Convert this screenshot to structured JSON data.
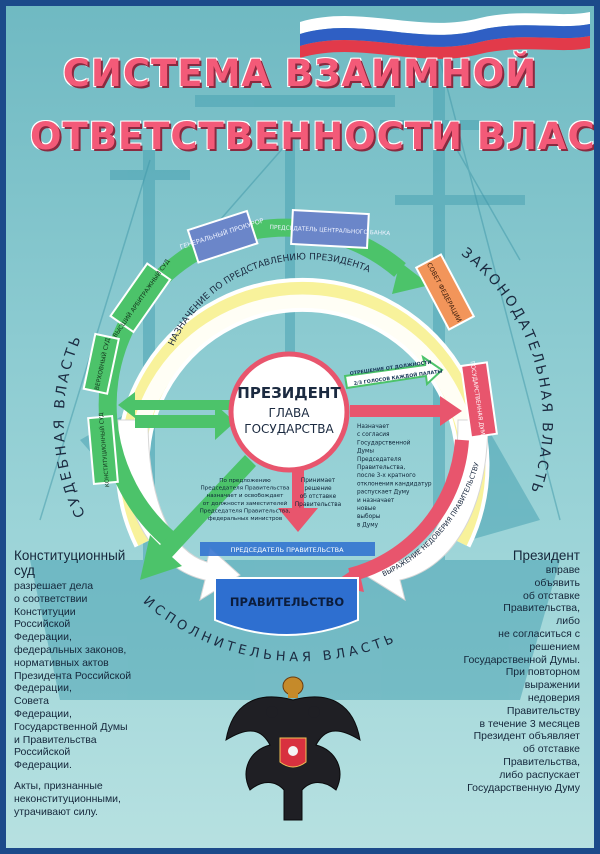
{
  "poster": {
    "title_line1": "СИСТЕМА ВЗАИМНОЙ",
    "title_line2": "ОТВЕТСТВЕННОСТИ ВЛАСТЕЙ",
    "center": {
      "line1": "ПРЕЗИДЕНТ",
      "line2": "ГЛАВА",
      "line3": "ГОСУДАРСТВА"
    },
    "branches": {
      "judicial": "СУДЕБНАЯ ВЛАСТЬ",
      "legislative": "ЗАКОНОДАТЕЛЬНАЯ ВЛАСТЬ",
      "executive": "ИСПОЛНИТЕЛЬНАЯ ВЛАСТЬ"
    },
    "boxes": {
      "prosecutor": "ГЕНЕРАЛЬНЫЙ ПРОКУРОР",
      "central_bank": "ПРЕДСЕДАТЕЛЬ ЦЕНТРАЛЬНОГО БАНКА",
      "arbitration_court": "ВЫСШИЙ АРБИТРАЖНЫЙ СУД",
      "supreme_court": "ВЕРХОВНЫЙ СУД",
      "constitutional_court": "КОНСТИТУЦИОННЫЙ СУД",
      "federation_council": "СОВЕТ ФЕДЕРАЦИИ",
      "state_duma": "ГОСУДАРСТВЕННАЯ ДУМА",
      "government": "ПРАВИТЕЛЬСТВО",
      "government_chair": "ПРЕДСЕДАТЕЛЬ ПРАВИТЕЛЬСТВА"
    },
    "ring_labels": {
      "appointment": "НАЗНАЧЕНИЕ ПО ПРЕДСТАВЛЕНИЮ ПРЕЗИДЕНТА",
      "no_confidence": "ВЫРАЖЕНИЕ НЕДОВЕРИЯ ПРАВИТЕЛЬСТВУ"
    },
    "removal_arrow": {
      "line1": "ОТРЕШЕНИЕ ОТ ДОЛЖНОСТИ",
      "line2": "2/3 ГОЛОСОВ КАЖДОЙ ПАЛАТЫ"
    },
    "notes": {
      "appoints": [
        "Назначает",
        "с согласия",
        "Государственной",
        "Думы",
        "Председателя",
        "Правительства,",
        "после 3-х кратного",
        "отклонения кандидатур",
        "распускает Думу",
        "и назначает",
        "новые",
        "выборы",
        "в Думу"
      ],
      "proposal": [
        "По предложению",
        "Председателя Правительства",
        "назначает и освобождает",
        "от должности заместителей",
        "Председателя Правительства,",
        "федеральных министров"
      ],
      "resignation": [
        "Принимает",
        "решение",
        "об отставке",
        "Правительства"
      ]
    },
    "left_text": {
      "heading": [
        "Конституционный",
        "суд"
      ],
      "body": [
        "разрешает дела",
        "о соответствии",
        "Конституции",
        "Российской",
        "Федерации,",
        "федеральных законов,",
        "нормативных актов",
        "Президента Российской",
        "Федерации,",
        "Совета",
        "Федерации,",
        "Государственной Думы",
        "и Правительства",
        "Российской",
        "Федерации."
      ],
      "acts": [
        "Акты, признанные",
        "неконституционными,",
        "утрачивают силу."
      ]
    },
    "right_text": {
      "heading": [
        "Президент"
      ],
      "body": [
        "вправе",
        "объявить",
        "об отставке",
        "Правительства,",
        "либо",
        "не согласиться с",
        "решением",
        "Государственной Думы.",
        "При повторном",
        "выражении",
        "недоверия",
        "Правительству",
        "в течение 3 месяцев",
        "Президент объявляет",
        "об отставке",
        "Правительства,",
        "либо распускает",
        "Государственную Думу"
      ]
    },
    "colors": {
      "title": "#f35a78",
      "background": "#8ccbd1",
      "ring_yellow": "#f8f29b",
      "arrow_green": "#4cc36a",
      "arrow_red": "#e8556d",
      "government_blue": "#2e6fd0"
    },
    "icons": [
      "russian-flag-icon",
      "double-headed-eagle-icon"
    ]
  }
}
